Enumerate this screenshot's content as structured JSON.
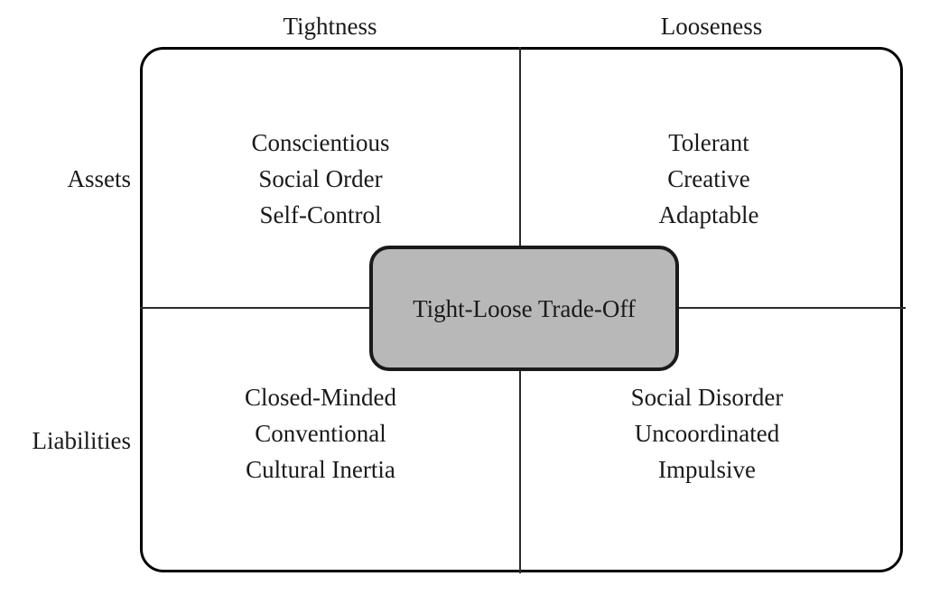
{
  "figure": {
    "column_headers": [
      {
        "label": "Tightness"
      },
      {
        "label": "Looseness"
      }
    ],
    "row_headers": [
      {
        "label": "Assets"
      },
      {
        "label": "Liabilities"
      }
    ],
    "quadrants": {
      "top_left": {
        "name": "tightness-assets",
        "terms": [
          "Conscientious",
          "Social Order",
          "Self-Control"
        ]
      },
      "top_right": {
        "name": "looseness-assets",
        "terms": [
          "Tolerant",
          "Creative",
          "Adaptable"
        ]
      },
      "bottom_left": {
        "name": "tightness-liabilities",
        "terms": [
          "Closed-Minded",
          "Conventional",
          "Cultural Inertia"
        ]
      },
      "bottom_right": {
        "name": "looseness-liabilities",
        "terms": [
          "Social Disorder",
          "Uncoordinated",
          "Impulsive"
        ]
      }
    },
    "center_node": {
      "label": "Tight-Loose Trade-Off",
      "fill_color": "#b8b8b8",
      "border_color": "#1a1a1a"
    },
    "colors": {
      "background": "#ffffff",
      "frame_border": "#000000",
      "divider": "#2b2b2b",
      "text": "#1a1a1a"
    }
  }
}
